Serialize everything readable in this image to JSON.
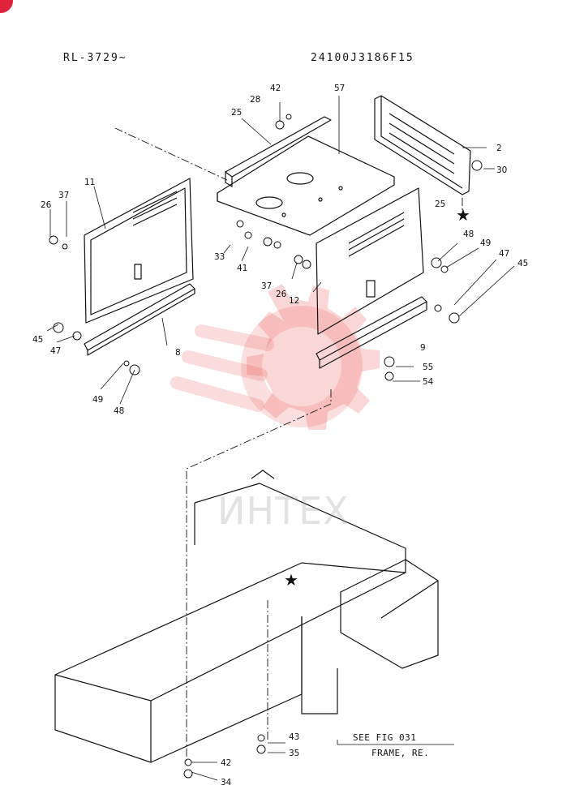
{
  "header": {
    "left": "RL-3729~",
    "right": "24100J3186F15"
  },
  "watermark": "ИНТЕХ",
  "reference": {
    "see_fig": "SEE FIG 031",
    "frame": "FRAME, RE."
  },
  "markers": [
    "★",
    "★"
  ],
  "part_labels": [
    "42",
    "57",
    "28",
    "25",
    "2",
    "30",
    "25",
    "11",
    "37",
    "26",
    "48",
    "49",
    "47",
    "45",
    "33",
    "41",
    "37",
    "26",
    "12",
    "9",
    "55",
    "54",
    "45",
    "47",
    "8",
    "49",
    "48",
    "43",
    "35",
    "42",
    "34"
  ]
}
